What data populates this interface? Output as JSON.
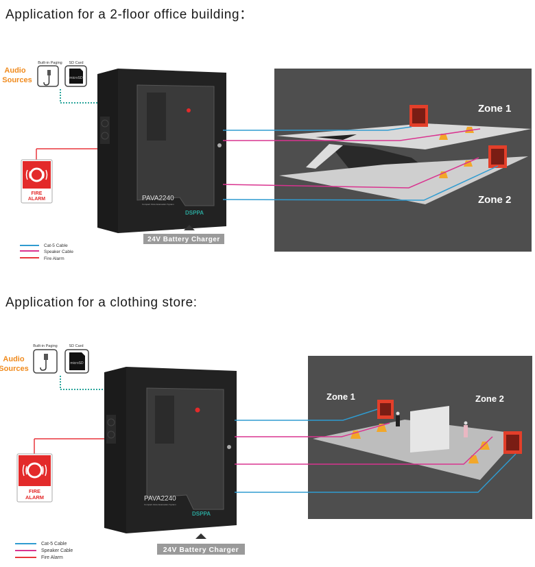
{
  "headings": {
    "office": "Application for a 2-floor office building：",
    "store": "Application for a clothing store:"
  },
  "audio_sources": {
    "label_line1": "Audio",
    "label_line2": "Sources",
    "paging_label": "Built-in Paging",
    "sd_label": "SD Card",
    "paging_icon": "usb-mic-cable-icon",
    "sd_icon": "sd-card-icon"
  },
  "fire_alarm_sign": {
    "line1": "FIRE",
    "line2": "ALARM",
    "icon": "alarm-bell-icon"
  },
  "device": {
    "model": "PAVA2240",
    "subtitle": "Compact Voice Evacuation System",
    "brand": "DSPPA"
  },
  "charger_label": "24V Battery Charger",
  "legend": [
    {
      "label": "Cat-5 Cable",
      "color": "#2f9bd0"
    },
    {
      "label": "Speaker Cable",
      "color": "#d9338f"
    },
    {
      "label": "Fire Alarm",
      "color": "#e8343a"
    }
  ],
  "office_scene": {
    "zone1": "Zone 1",
    "zone2": "Zone 2"
  },
  "store_scene": {
    "zone1": "Zone 1",
    "zone2": "Zone 2"
  },
  "colors": {
    "cat5": "#2f9bd0",
    "speaker": "#d9338f",
    "fire": "#e8343a",
    "audio_label": "#f08a1c",
    "scene_bg": "#4e4e4e",
    "dotted": "#2aa59b",
    "charger_bg": "#9a9a9a"
  }
}
